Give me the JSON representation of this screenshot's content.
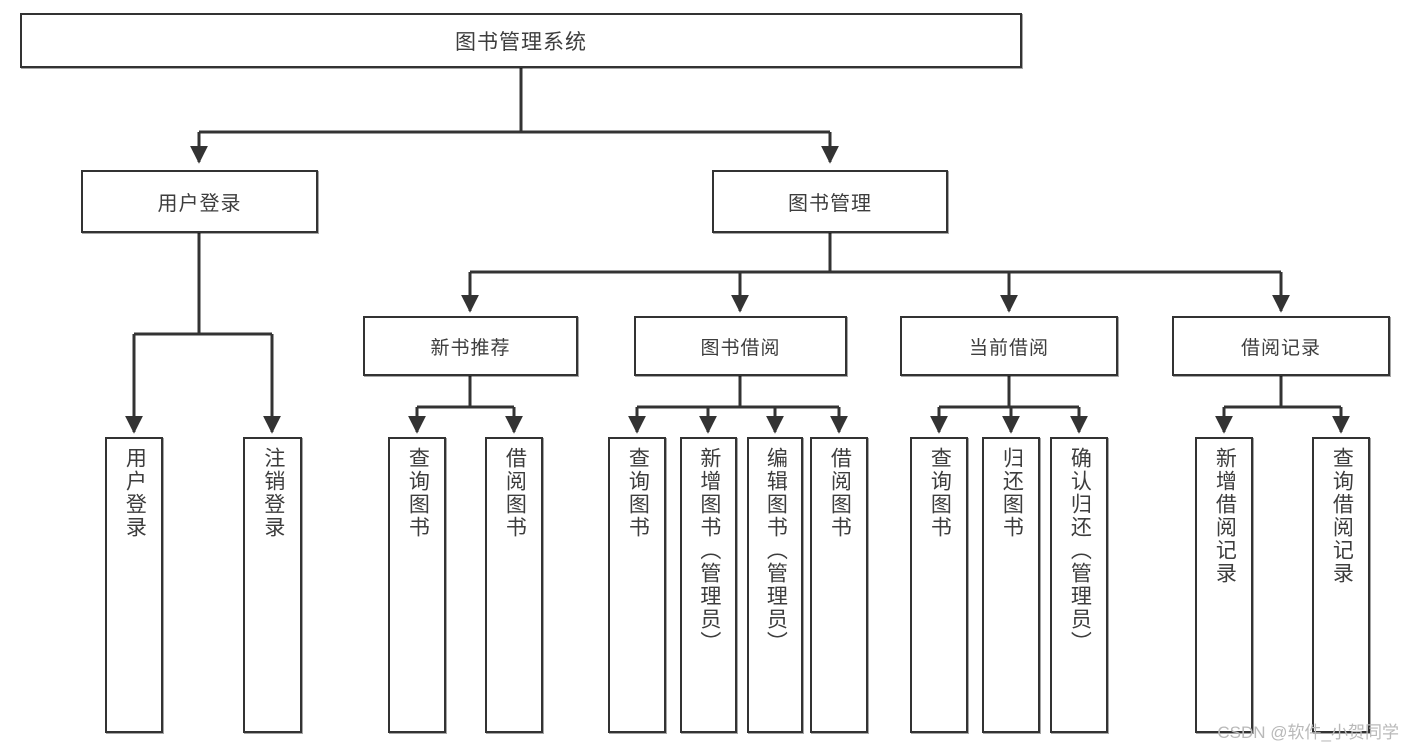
{
  "diagram": {
    "title": "图书管理系统",
    "watermark": "CSDN @软件_小贺同学",
    "stroke_color": "#333333",
    "text_color": "#3d3d3d",
    "background_color": "#ffffff"
  },
  "nodes": {
    "root": {
      "label": "图书管理系统"
    },
    "level1": [
      {
        "label": "用户登录"
      },
      {
        "label": "图书管理"
      }
    ],
    "level2": [
      {
        "label": "新书推荐"
      },
      {
        "label": "图书借阅"
      },
      {
        "label": "当前借阅"
      },
      {
        "label": "借阅记录"
      }
    ],
    "leaves": {
      "user_login": [
        {
          "label": "用户登录"
        },
        {
          "label": "注销登录"
        }
      ],
      "new_book_recommend": [
        {
          "label": "查询图书"
        },
        {
          "label": "借阅图书"
        }
      ],
      "book_borrow": [
        {
          "label": "查询图书"
        },
        {
          "label": "新增图书（管理员）"
        },
        {
          "label": "编辑图书（管理员）"
        },
        {
          "label": "借阅图书"
        }
      ],
      "current_borrow": [
        {
          "label": "查询图书"
        },
        {
          "label": "归还图书"
        },
        {
          "label": "确认归还（管理员）"
        }
      ],
      "borrow_record": [
        {
          "label": "新增借阅记录"
        },
        {
          "label": "查询借阅记录"
        }
      ]
    }
  }
}
